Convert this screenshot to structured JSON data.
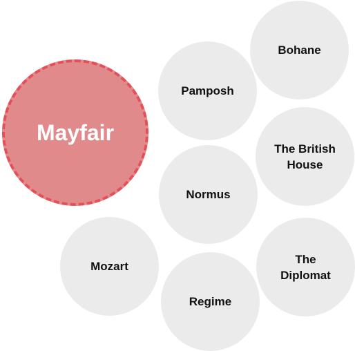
{
  "selected": "Mayfair",
  "colors": {
    "selected_fill": "#e08a8b",
    "selected_border": "#e55058",
    "bubble_fill": "#ebebeb",
    "text": "#111111",
    "selected_text": "#ffffff"
  },
  "bubbles": [
    {
      "label": "Mayfair"
    },
    {
      "label": "Bohane"
    },
    {
      "label": "Pamposh"
    },
    {
      "label": "The British\nHouse"
    },
    {
      "label": "Normus"
    },
    {
      "label": "Mozart"
    },
    {
      "label": "The\nDiplomat"
    },
    {
      "label": "Regime"
    }
  ]
}
